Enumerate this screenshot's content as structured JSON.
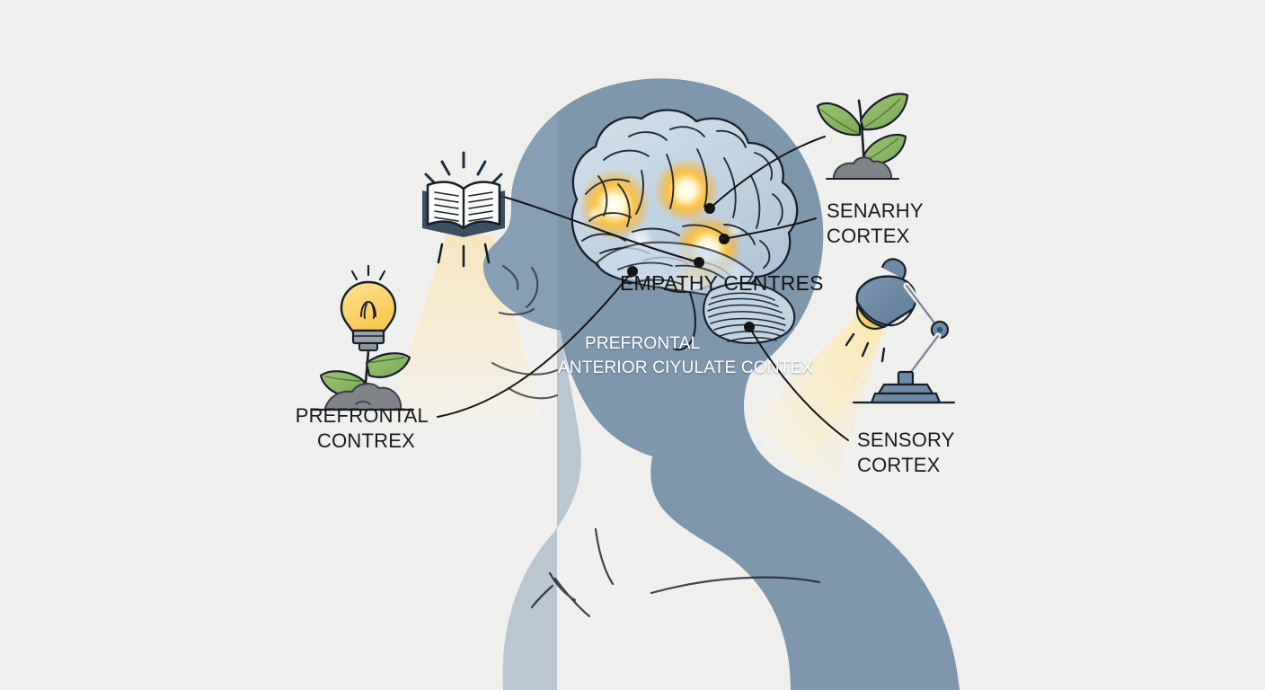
{
  "illustration": {
    "title": "Brain empathy centres diagram",
    "background_color": "#efefee",
    "silhouette_color": "#7e97ad",
    "brain_color": "#c2d3e0",
    "glow_color": "#ffb300",
    "beam_color": "#f7e9c6",
    "leaf_color": "#8cba63",
    "soil_color": "#7d7d7d",
    "lamp_color": "#6e8aa6",
    "line_color": "#151515"
  },
  "labels": {
    "empathy_centres": "EMPATHY CENTRES",
    "prefrontal_inner": "PREFRONTAL",
    "anterior_cingulate": "ANTERIOR CIYULATE CONTEX",
    "senarhy_cortex_line1": "SENARHY",
    "senarhy_cortex_line2": "CORTEX",
    "sensory_cortex_line1": "SENSORY",
    "sensory_cortex_line2": "CORTEX",
    "prefrontal_contrex_line1": "PREFRONTAL",
    "prefrontal_contrex_line2": "CONTREX"
  },
  "icons": {
    "book": "open-book-icon",
    "lightbulb_plant": "lightbulb-sprout-icon",
    "sprout": "sprout-icon",
    "desk_lamp": "desk-lamp-icon"
  }
}
